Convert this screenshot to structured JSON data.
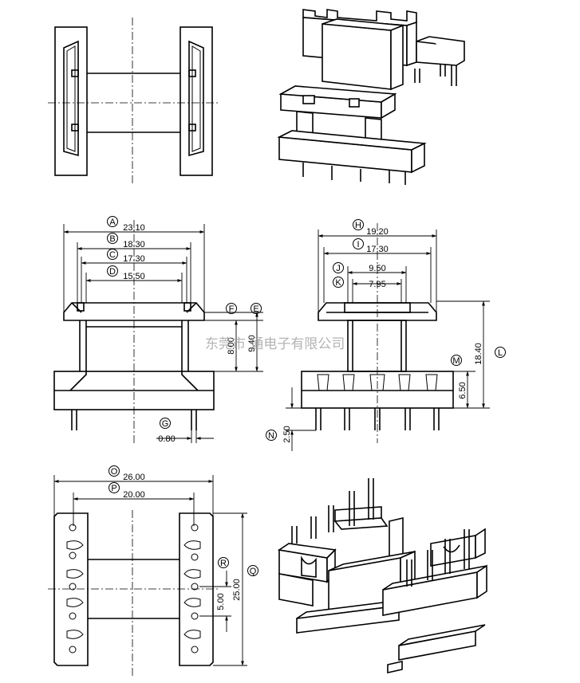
{
  "watermark": "东莞市  通电子有限公司",
  "dimensions": [
    {
      "id": "A",
      "value": "23.10"
    },
    {
      "id": "B",
      "value": "18.30"
    },
    {
      "id": "C",
      "value": "17.30"
    },
    {
      "id": "D",
      "value": "15.50"
    },
    {
      "id": "E",
      "value": "9.40"
    },
    {
      "id": "F",
      "value": "8.00"
    },
    {
      "id": "G",
      "value": "0.80"
    },
    {
      "id": "H",
      "value": "19.20"
    },
    {
      "id": "I",
      "value": "17.30"
    },
    {
      "id": "J",
      "value": "9.50"
    },
    {
      "id": "K",
      "value": "7.95"
    },
    {
      "id": "L",
      "value": "18.40"
    },
    {
      "id": "M",
      "value": "6.50"
    },
    {
      "id": "N",
      "value": "2.50"
    },
    {
      "id": "O",
      "value": "26.00"
    },
    {
      "id": "P",
      "value": "20.00"
    },
    {
      "id": "Q",
      "value": "25.00"
    },
    {
      "id": "R",
      "value": "5.00"
    }
  ]
}
